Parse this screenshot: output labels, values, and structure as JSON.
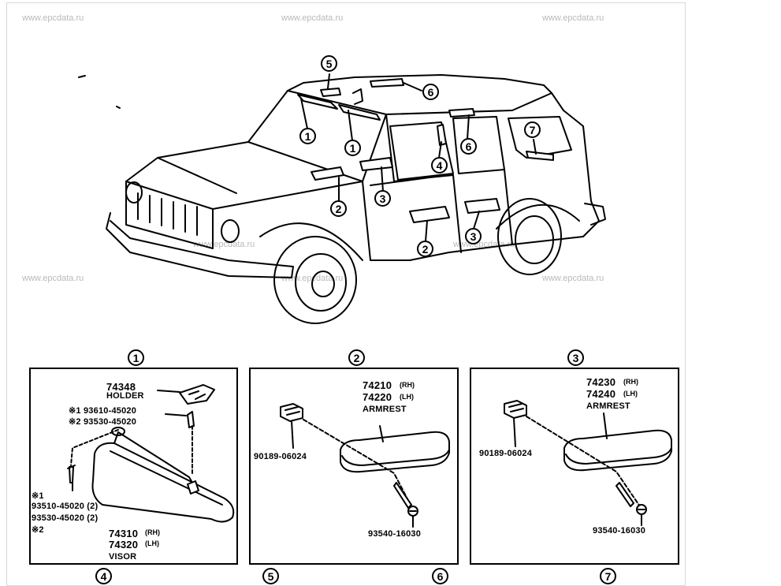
{
  "watermark": "www.epcdata.ru",
  "callouts": {
    "c1": "1",
    "c2": "2",
    "c3": "3",
    "c4": "4",
    "c5": "5",
    "c6": "6",
    "c7": "7"
  },
  "panel1": {
    "holder_part": "74348",
    "holder_name": "HOLDER",
    "screw1": "※1 93610-45020",
    "screw2": "※2 93530-45020",
    "alt_mark1": "※1",
    "alt_part1": "93510-45020 (2)",
    "alt_part2": "93530-45020 (2)",
    "alt_mark2": "※2",
    "visor_rh": "74310",
    "rh": "(RH)",
    "visor_lh": "74320",
    "lh": "(LH)",
    "visor_name": "VISOR"
  },
  "panel2": {
    "armrest_rh": "74210",
    "rh": "(RH)",
    "armrest_lh": "74220",
    "lh": "(LH)",
    "name": "ARMREST",
    "clip": "90189-06024",
    "screw": "93540-16030"
  },
  "panel3": {
    "armrest_rh": "74230",
    "rh": "(RH)",
    "armrest_lh": "74240",
    "lh": "(LH)",
    "name": "ARMREST",
    "clip": "90189-06024",
    "screw": "93540-16030"
  }
}
